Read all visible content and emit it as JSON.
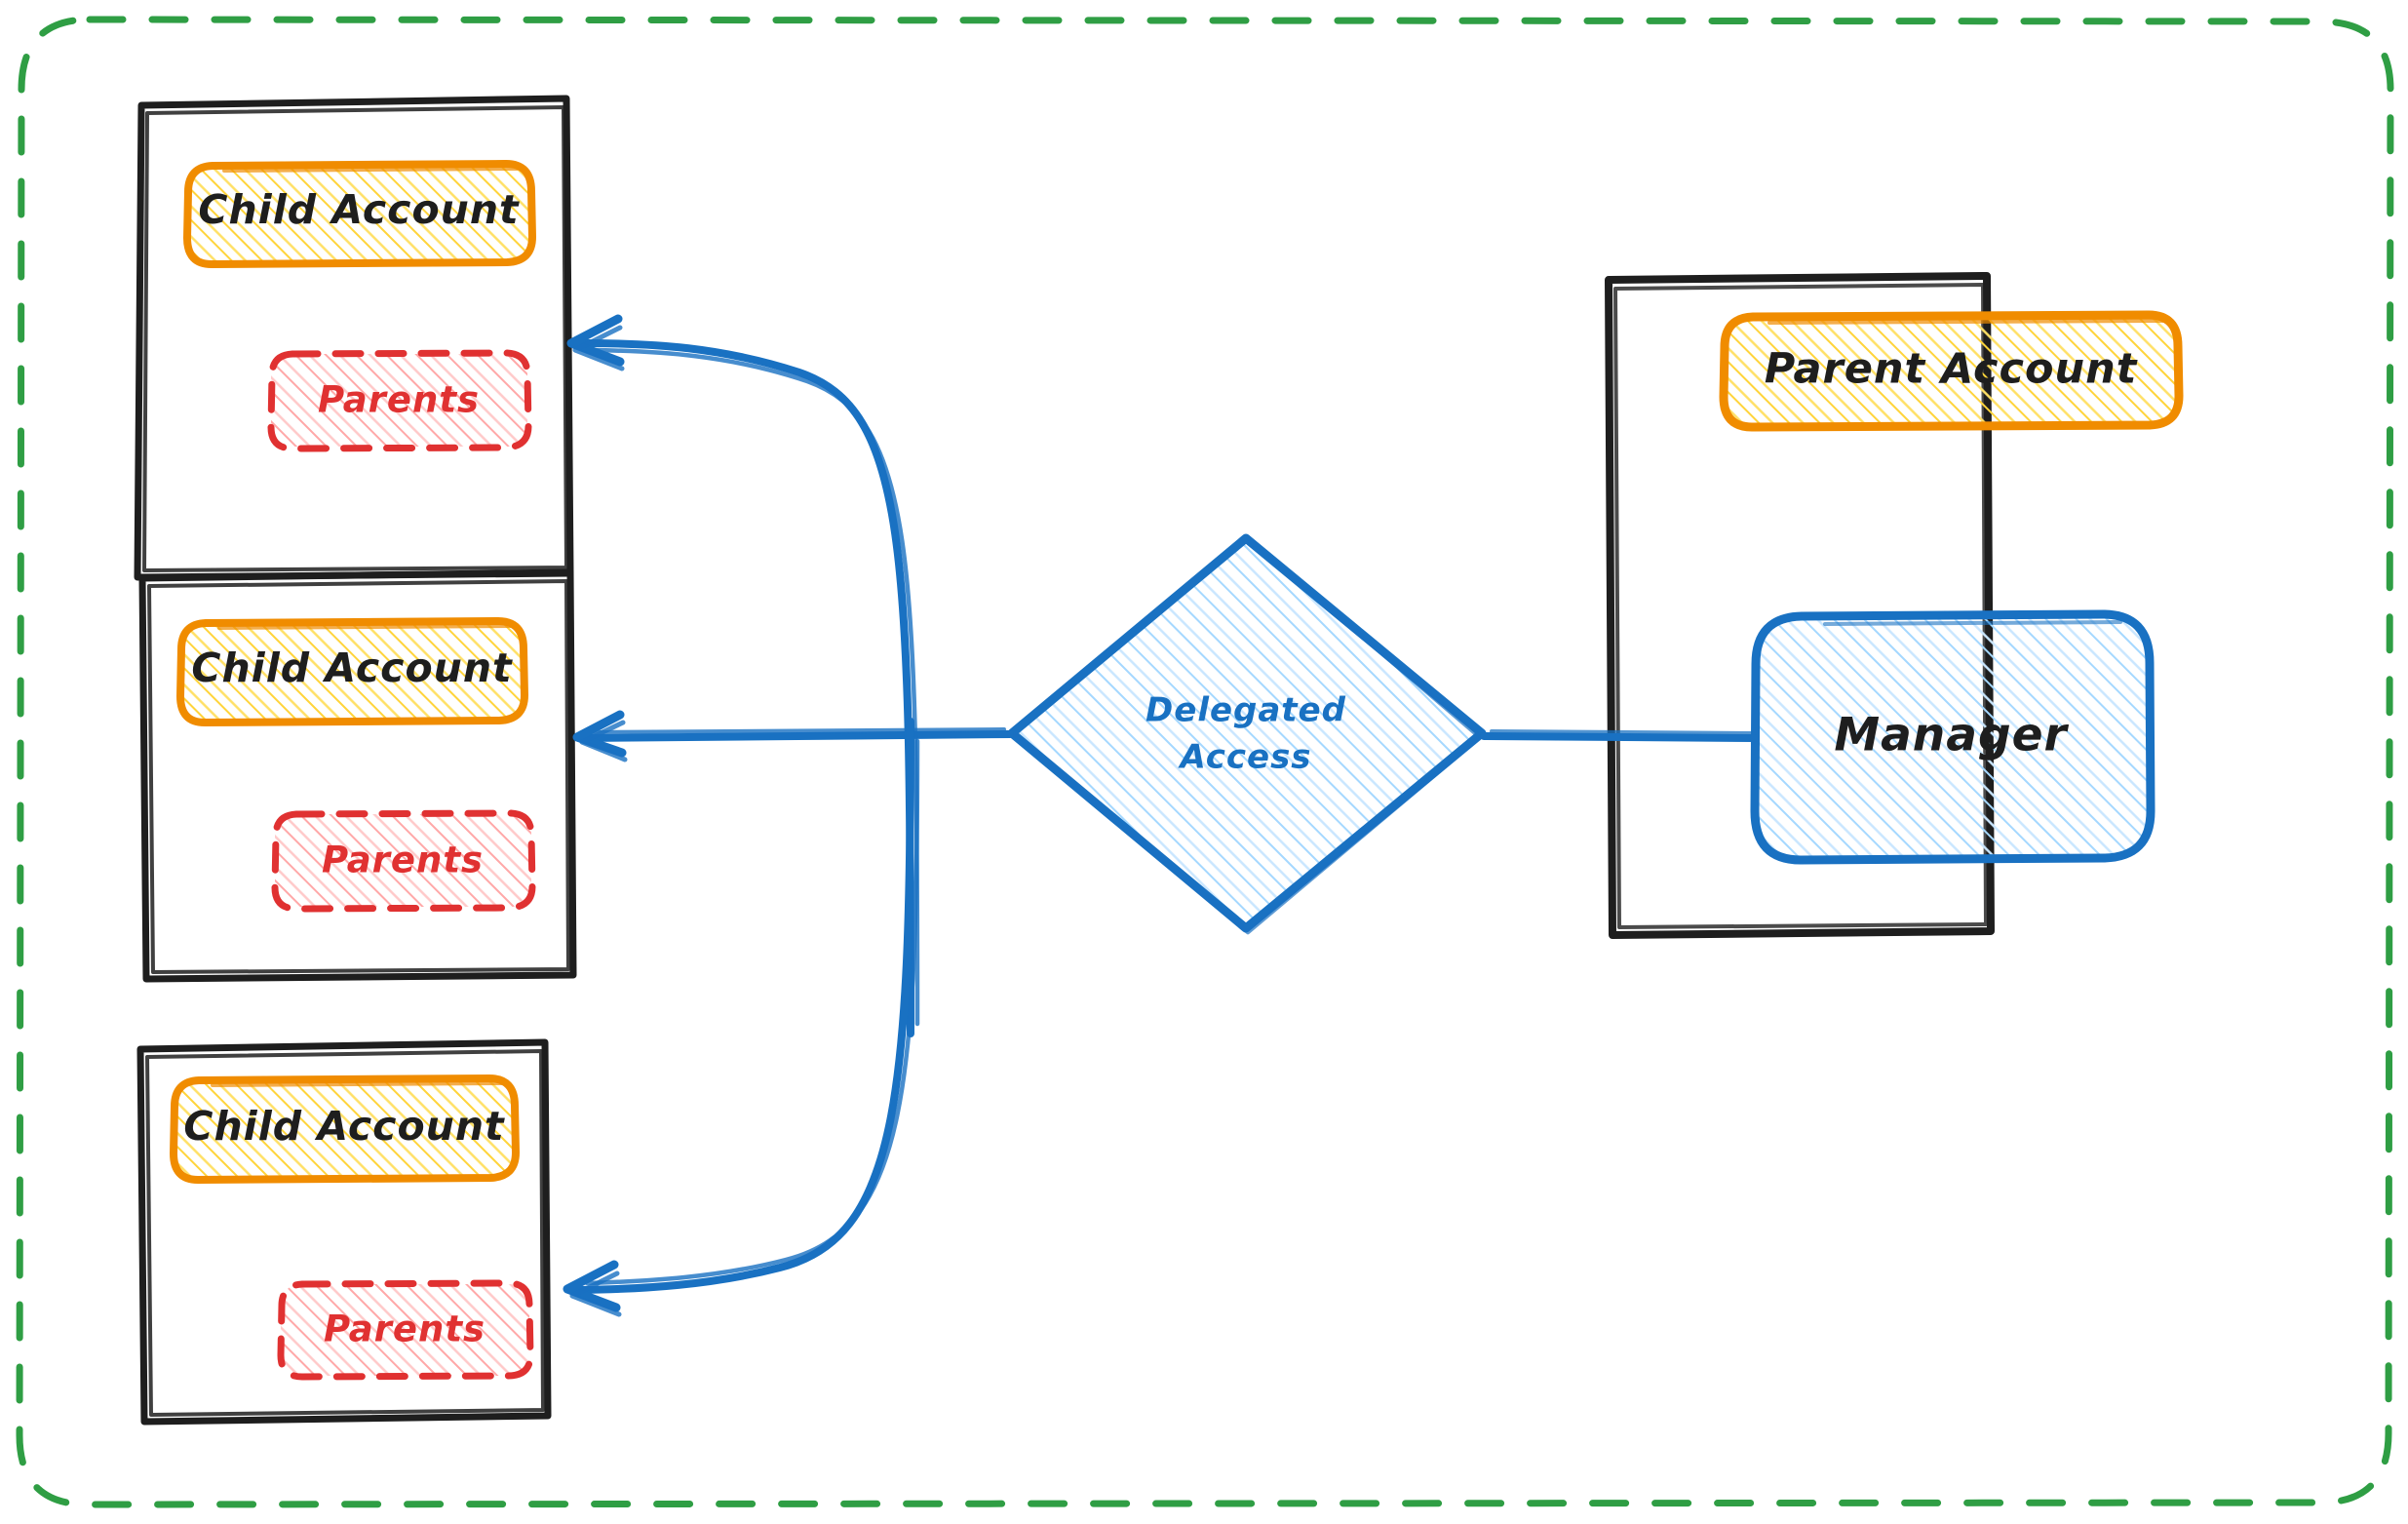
{
  "diagram": {
    "title": "Delegated Access",
    "style": "hand-drawn-sketch",
    "background": "#ffffff",
    "outer_boundary": {
      "name": "organization-boundary",
      "stroke": "#2f9e44",
      "stroke_style": "dashed",
      "rounded": true
    },
    "colors": {
      "black": "#1e1e1e",
      "orange_stroke": "#f08c00",
      "orange_fill": "#ffd8a8",
      "orange_hatch": "#ffd43b",
      "red_stroke": "#e03131",
      "red_hatch": "#ffa8a8",
      "blue_stroke": "#1971c2",
      "blue_hatch": "#a5d8ff",
      "green_stroke": "#2f9e44"
    },
    "child_accounts": [
      {
        "id": "child-1",
        "container_name": "child-account-container-1",
        "account_label": "Child Account",
        "parents_label": "Parents"
      },
      {
        "id": "child-2",
        "container_name": "child-account-container-2",
        "account_label": "Child Account",
        "parents_label": "Parents"
      },
      {
        "id": "child-3",
        "container_name": "child-account-container-3",
        "account_label": "Child Account",
        "parents_label": "Parents"
      }
    ],
    "decision": {
      "name": "delegated-access-diamond",
      "line1": "Delegated",
      "line2": "Access",
      "shape": "diamond",
      "stroke": "#1971c2",
      "fill_hatch": "#a5d8ff"
    },
    "parent_account": {
      "container_name": "parent-account-container",
      "account_label": "Parent Account",
      "manager_label": "Manager"
    },
    "connectors": [
      {
        "name": "connector-diamond-to-child-1",
        "from": "delegated-access-diamond",
        "to": "child-account-container-1",
        "style": "curved-arrow",
        "direction": "left",
        "stroke": "#1971c2"
      },
      {
        "name": "connector-diamond-to-child-2",
        "from": "delegated-access-diamond",
        "to": "child-account-container-2",
        "style": "straight-arrow",
        "direction": "left",
        "stroke": "#1971c2"
      },
      {
        "name": "connector-diamond-to-child-3",
        "from": "delegated-access-diamond",
        "to": "child-account-container-3",
        "style": "curved-arrow",
        "direction": "left",
        "stroke": "#1971c2"
      },
      {
        "name": "connector-manager-to-diamond",
        "from": "manager",
        "to": "delegated-access-diamond",
        "style": "straight-line",
        "direction": "none",
        "stroke": "#1971c2"
      }
    ]
  }
}
